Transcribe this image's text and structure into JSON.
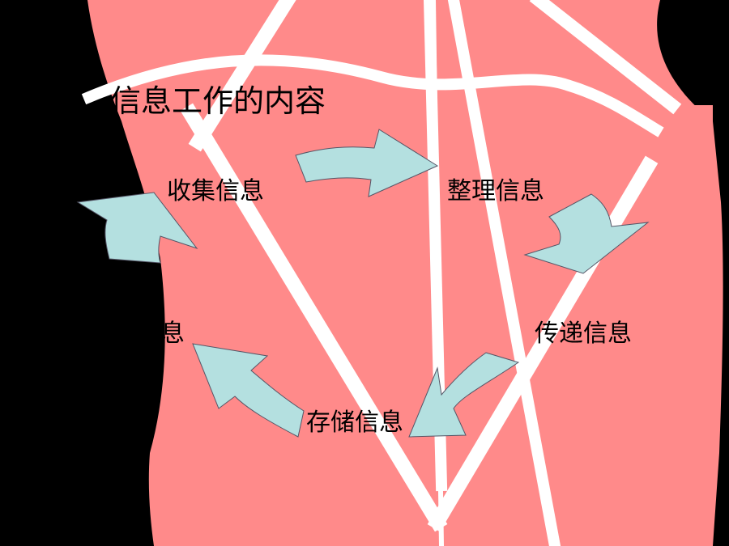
{
  "title": "信息工作的内容",
  "steps": {
    "collect": "收集信息",
    "organize": "整理信息",
    "transmit": "传递信息",
    "store": "存储信息",
    "partial": "息"
  },
  "colors": {
    "background": "#000000",
    "shape": "#FF8A8A",
    "lines": "#FFFFFF",
    "arrows": "#B4E0E0"
  }
}
